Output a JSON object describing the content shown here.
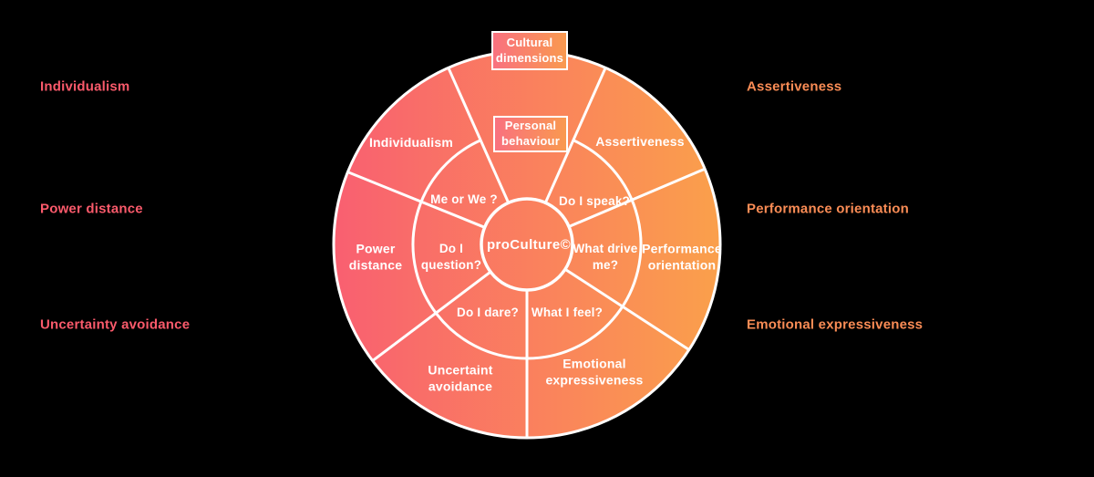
{
  "boxes": {
    "cultural": "Cultural\ndimensions",
    "personal": "Personal\nbehaviour"
  },
  "wheel": {
    "center_label": "proCulture©",
    "outer_ring": [
      {
        "id": "individualism",
        "label": "Individualism"
      },
      {
        "id": "assertiveness",
        "label": "Assertiveness"
      },
      {
        "id": "power-distance",
        "label": "Power\ndistance"
      },
      {
        "id": "performance-orientation",
        "label": "Performance\norientation"
      },
      {
        "id": "uncertaint-avoidance",
        "label": "Uncertaint\navoidance"
      },
      {
        "id": "emotional-expressiveness",
        "label": "Emotional\nexpressiveness"
      }
    ],
    "inner_ring": [
      {
        "id": "me-or-we",
        "label": "Me or We ?"
      },
      {
        "id": "do-i-speak",
        "label": "Do I speak?"
      },
      {
        "id": "do-i-question",
        "label": "Do I\nquestion?"
      },
      {
        "id": "what-drive-me",
        "label": "What drive\nme?"
      },
      {
        "id": "do-i-dare",
        "label": "Do I dare?"
      },
      {
        "id": "what-i-feel",
        "label": "What I feel?"
      }
    ]
  },
  "side_labels": {
    "left": [
      "Individualism",
      "Power distance",
      "Uncertainty avoidance"
    ],
    "right": [
      "Assertiveness",
      "Performance orientation",
      "Emotional expressiveness"
    ]
  },
  "colors": {
    "background": "#000000",
    "gradient_left": "#f95f71",
    "gradient_right": "#faa04b",
    "box_gradient_left": "#f9717f",
    "box_gradient_right": "#f9994f",
    "stroke": "#ffffff",
    "left_label": "#fa5a6b",
    "right_label": "#fa8c55"
  }
}
